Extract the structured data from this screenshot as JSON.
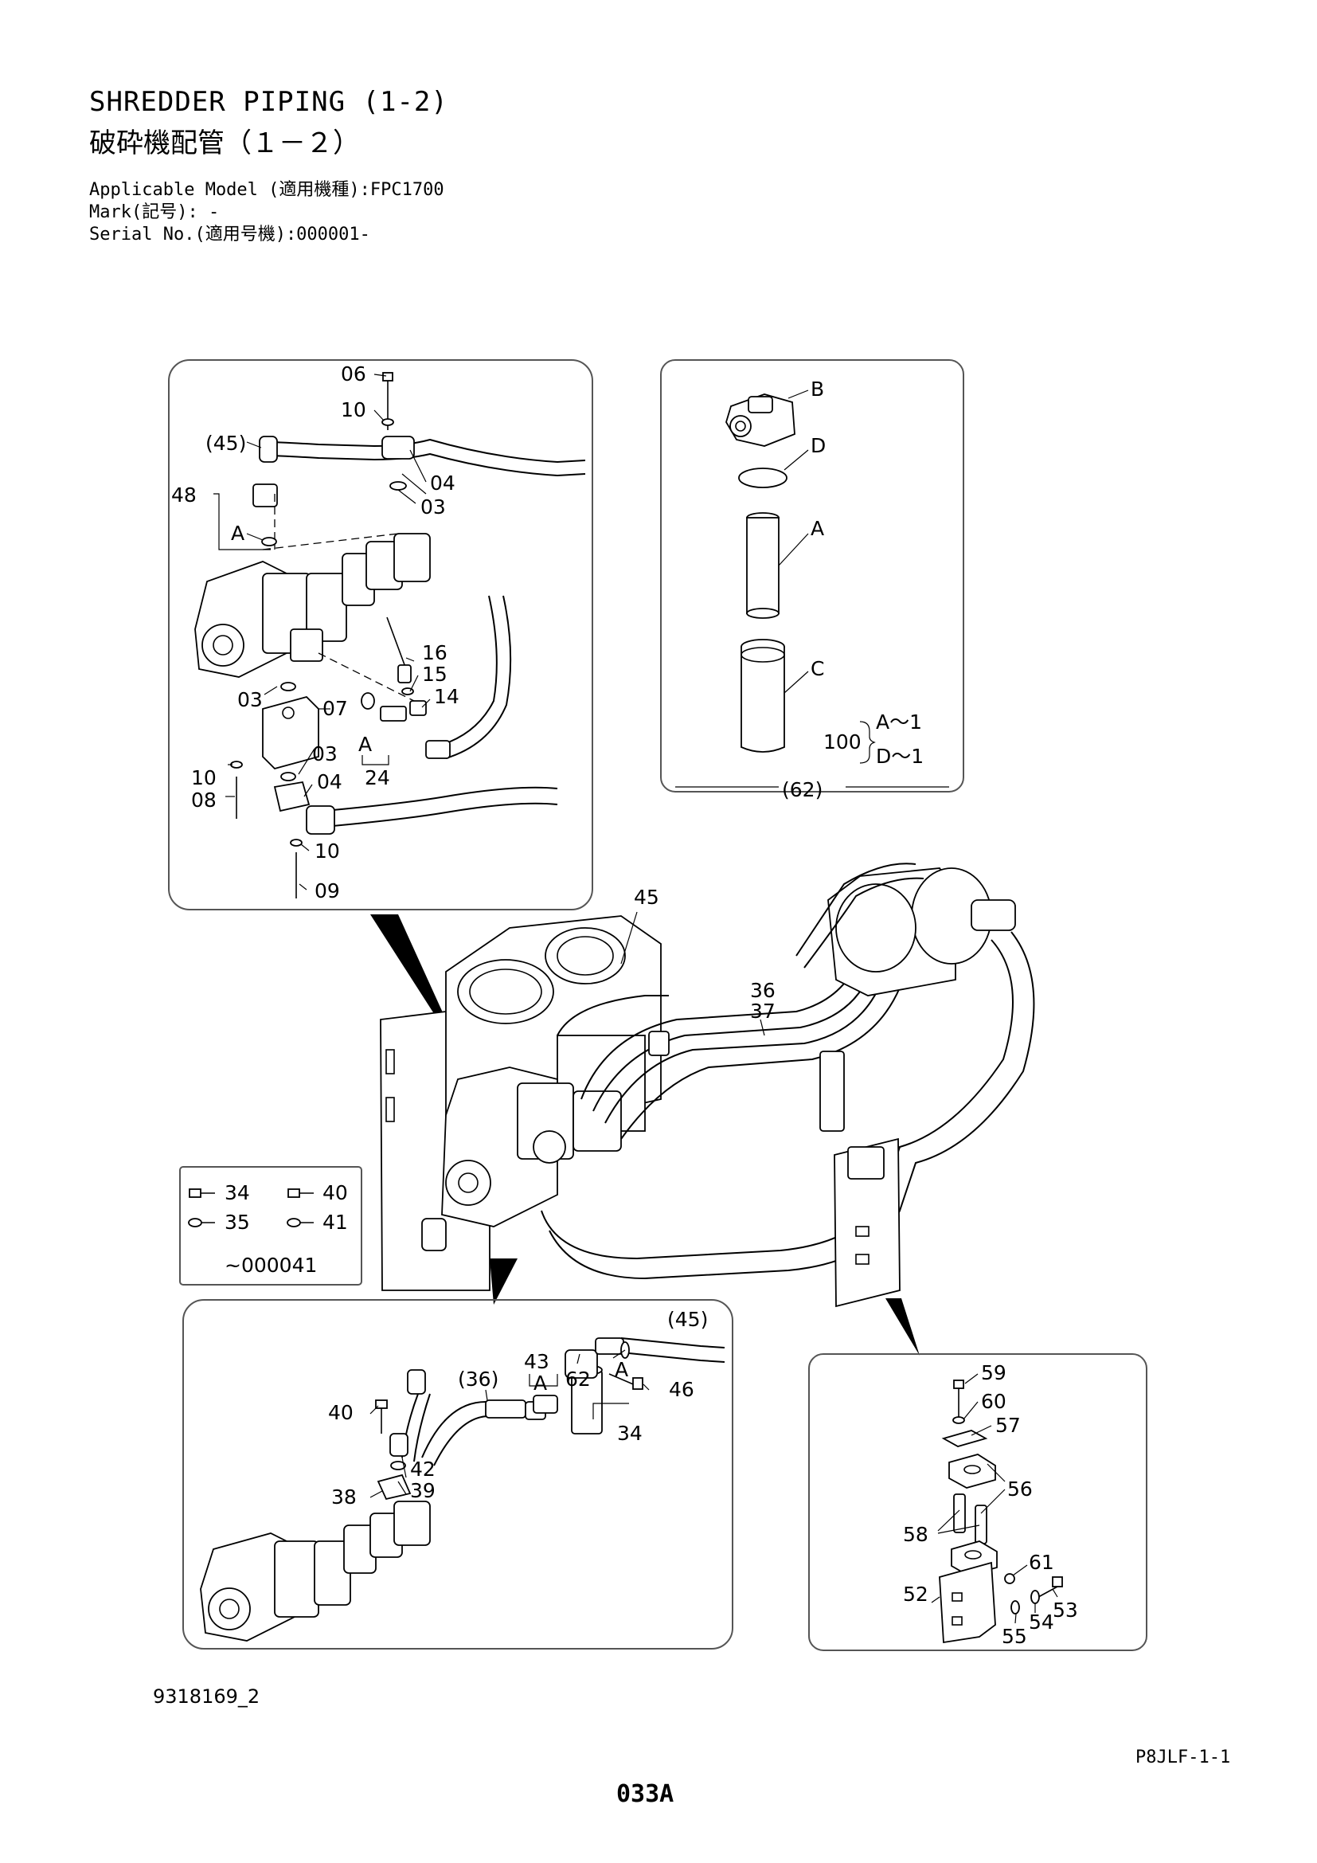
{
  "header": {
    "title_en": "SHREDDER PIPING (1-2)",
    "title_ja": "破砕機配管（１－２）",
    "applicable_model": "Applicable Model (適用機種):FPC1700",
    "mark": "Mark(記号): -",
    "serial_no": "Serial No.(適用号機):000001-"
  },
  "callouts": {
    "top_left": [
      "06",
      "10",
      "(45)",
      "04",
      "03",
      "48",
      "A",
      "16",
      "15",
      "14",
      "03",
      "07",
      "A",
      "10",
      "08",
      "03",
      "04",
      "24",
      "10",
      "09"
    ],
    "top_right": [
      "B",
      "D",
      "A",
      "C",
      "100",
      "A～1",
      "D～1",
      "(62)"
    ],
    "main": [
      "45",
      "36",
      "37"
    ],
    "legend": [
      "34",
      "40",
      "35",
      "41",
      "~000041"
    ],
    "bottom_left": [
      "43",
      "62",
      "(45)",
      "A",
      "A",
      "46",
      "(36)",
      "40",
      "34",
      "42",
      "39",
      "38"
    ],
    "bottom_right": [
      "59",
      "60",
      "57",
      "56",
      "58",
      "61",
      "52",
      "53",
      "54",
      "55"
    ]
  },
  "footer": {
    "diagram_id": "9318169_2",
    "page_code": "P8JLF-1-1",
    "page_number": "033A"
  }
}
